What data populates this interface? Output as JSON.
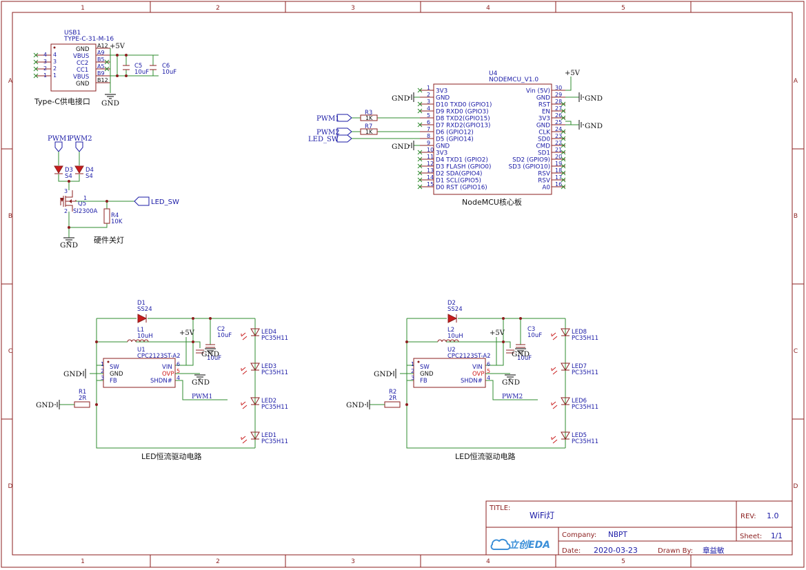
{
  "frame": {
    "columns": [
      "1",
      "2",
      "3",
      "4",
      "5"
    ],
    "rows": [
      "A",
      "B",
      "C",
      "D"
    ]
  },
  "usb": {
    "ref": "USB1",
    "value": "TYPE-C-31-M-16",
    "caption": "Type-C供电接口",
    "left_pins": [
      "4",
      "3",
      "2",
      "1"
    ],
    "left_numbers": [
      "4",
      "3",
      "2",
      "1"
    ],
    "pin_names": [
      "GND",
      "VBUS",
      "CC2",
      "CC1",
      "VBUS",
      "GND"
    ],
    "pin_numbers": [
      "A12",
      "A9",
      "B5",
      "A5",
      "B9",
      "B12"
    ],
    "net_5v": "+5V",
    "net_gnd": "GND",
    "c5": {
      "ref": "C5",
      "value": "10uF"
    },
    "c6": {
      "ref": "C6",
      "value": "10uF"
    }
  },
  "switch": {
    "pwm1": "PWM1",
    "pwm2": "PWM2",
    "d3": {
      "ref": "D3",
      "value": "S4"
    },
    "d4": {
      "ref": "D4",
      "value": "S4"
    },
    "q5": {
      "ref": "Q5",
      "value": "SI2300A"
    },
    "r4": {
      "ref": "R4",
      "value": "10K"
    },
    "led_sw": "LED_SW",
    "gnd": "GND",
    "caption": "硬件关灯",
    "pin1": "1",
    "pin2": "2",
    "pin3": "3"
  },
  "mcu": {
    "ref": "U4",
    "value": "NODEMCU_V1.0",
    "caption": "NodeMCU核心板",
    "left_pins": [
      {
        "num": "1",
        "name": "3V3"
      },
      {
        "num": "2",
        "name": "GND"
      },
      {
        "num": "3",
        "name": "D10 TXD0 (GPIO1)"
      },
      {
        "num": "4",
        "name": "D9 RXD0 (GPIO3)"
      },
      {
        "num": "5",
        "name": "D8 TXD2(GPIO15)"
      },
      {
        "num": "6",
        "name": "D7 RXD2(GPIO13)"
      },
      {
        "num": "7",
        "name": "D6 (GPIO12)"
      },
      {
        "num": "8",
        "name": "D5 (GPIO14)"
      },
      {
        "num": "9",
        "name": "GND"
      },
      {
        "num": "10",
        "name": "3V3"
      },
      {
        "num": "11",
        "name": "D4 TXD1 (GPIO2)"
      },
      {
        "num": "12",
        "name": "D3 FLASH (GPIO0)"
      },
      {
        "num": "13",
        "name": "D2 SDA(GPIO4)"
      },
      {
        "num": "14",
        "name": "D1 SCL(GPIO5)"
      },
      {
        "num": "15",
        "name": "D0 RST (GPIO16)"
      }
    ],
    "right_pins": [
      {
        "num": "30",
        "name": "Vin (5V)"
      },
      {
        "num": "29",
        "name": "GND"
      },
      {
        "num": "28",
        "name": "RST"
      },
      {
        "num": "27",
        "name": "EN"
      },
      {
        "num": "26",
        "name": "3V3"
      },
      {
        "num": "25",
        "name": "GND"
      },
      {
        "num": "24",
        "name": "CLK"
      },
      {
        "num": "23",
        "name": "SD0"
      },
      {
        "num": "22",
        "name": "CMD"
      },
      {
        "num": "21",
        "name": "SD1"
      },
      {
        "num": "20",
        "name": "SD2 (GPIO9)"
      },
      {
        "num": "19",
        "name": "SD3 (GPIO10)"
      },
      {
        "num": "18",
        "name": "RSV"
      },
      {
        "num": "17",
        "name": "RSV"
      },
      {
        "num": "16",
        "name": "A0"
      }
    ],
    "net_5v": "+5V",
    "gnd": "GND",
    "pwm1": "PWM1",
    "pwm2": "PWM2",
    "led_sw": "LED_SW",
    "r3": {
      "ref": "R3",
      "value": "1K"
    },
    "r7": {
      "ref": "R7",
      "value": "1K"
    }
  },
  "driver1": {
    "d": {
      "ref": "D1",
      "value": "SS24"
    },
    "l": {
      "ref": "L1",
      "value": "10uH"
    },
    "u": {
      "ref": "U1",
      "value": "CPC2123ST-A2"
    },
    "c": {
      "ref": "C2",
      "value": "10uF"
    },
    "r": {
      "ref": "R1",
      "value": "2R"
    },
    "pins_left": [
      {
        "num": "1",
        "name": "SW"
      },
      {
        "num": "2",
        "name": "GND"
      },
      {
        "num": "3",
        "name": "FB"
      }
    ],
    "pins_right": [
      {
        "num": "6",
        "name": "VIN"
      },
      {
        "num": "5",
        "name": "OVP"
      },
      {
        "num": "4",
        "name": "SHDN#"
      }
    ],
    "leds": [
      {
        "ref": "LED4",
        "value": "PC35H11"
      },
      {
        "ref": "LED3",
        "value": "PC35H11"
      },
      {
        "ref": "LED2",
        "value": "PC35H11"
      },
      {
        "ref": "LED1",
        "value": "PC35H11"
      }
    ],
    "cap_label": "10uF",
    "net_5v": "+5V",
    "gnd": "GND",
    "pwm": "PWM1",
    "caption": "LED恒流驱动电路"
  },
  "driver2": {
    "d": {
      "ref": "D2",
      "value": "SS24"
    },
    "l": {
      "ref": "L2",
      "value": "10uH"
    },
    "u": {
      "ref": "U2",
      "value": "CPC2123ST-A2"
    },
    "c": {
      "ref": "C3",
      "value": "10uF"
    },
    "r": {
      "ref": "R2",
      "value": "2R"
    },
    "pins_left": [
      {
        "num": "1",
        "name": "SW"
      },
      {
        "num": "2",
        "name": "GND"
      },
      {
        "num": "3",
        "name": "FB"
      }
    ],
    "pins_right": [
      {
        "num": "6",
        "name": "VIN"
      },
      {
        "num": "5",
        "name": "OVP"
      },
      {
        "num": "4",
        "name": "SHDN#"
      }
    ],
    "leds": [
      {
        "ref": "LED8",
        "value": "PC35H11"
      },
      {
        "ref": "LED7",
        "value": "PC35H11"
      },
      {
        "ref": "LED6",
        "value": "PC35H11"
      },
      {
        "ref": "LED5",
        "value": "PC35H11"
      }
    ],
    "cap_label": "10uF",
    "net_5v": "+5V",
    "gnd": "GND",
    "pwm": "PWM2",
    "caption": "LED恒流驱动电路"
  },
  "title_block": {
    "title_label": "TITLE:",
    "title": "WiFi灯",
    "rev_label": "REV:",
    "rev": "1.0",
    "company_label": "Company:",
    "company": "NBPT",
    "sheet_label": "Sheet:",
    "sheet": "1/1",
    "date_label": "Date:",
    "date": "2020-03-23",
    "drawn_label": "Drawn By:",
    "drawn": "章益敏",
    "logo_text": "立创EDA"
  },
  "colors": {
    "frame": "#8b1e1e",
    "wire": "#2e8b2e",
    "label": "#1a1aa6",
    "ovp": "#d11a1a"
  }
}
